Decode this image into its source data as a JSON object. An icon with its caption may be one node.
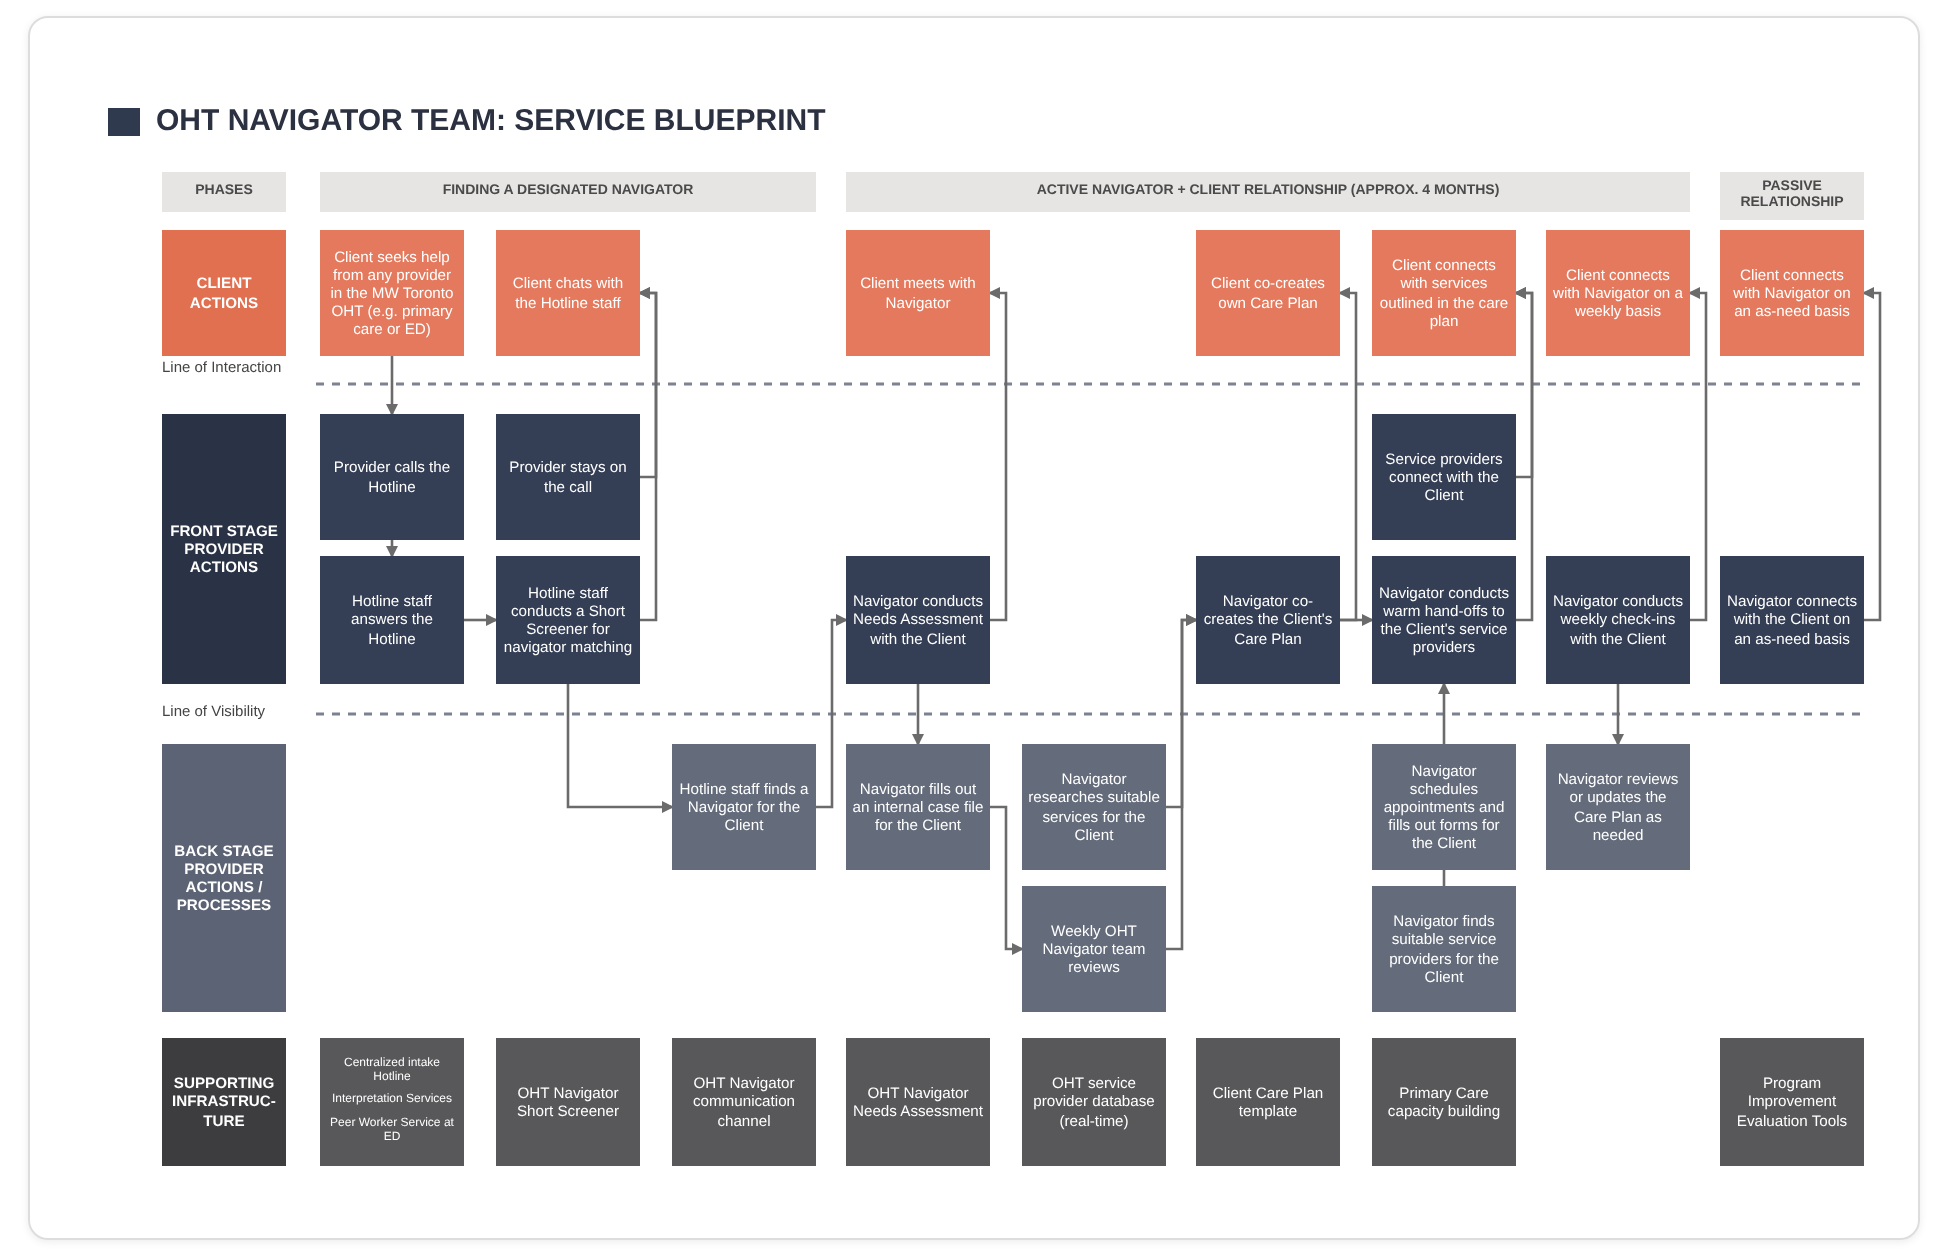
{
  "diagram": {
    "title": "OHT NAVIGATOR TEAM: SERVICE BLUEPRINT",
    "nodes": [
      {
        "text": [
          "PHASES"
        ]
      },
      {
        "text": [
          "FINDING A DESIGNATED NAVIGATOR"
        ]
      },
      {
        "text": [
          "ACTIVE NAVIGATOR + CLIENT RELATIONSHIP (APPROX. 4 MONTHS)"
        ]
      },
      {
        "text": [
          "PASSIVE RELATIONSHIP"
        ]
      },
      {
        "text": [
          "CLIENT ACTIONS"
        ]
      },
      {
        "text": [
          "FRONT STAGE PROVIDER ACTIONS"
        ]
      },
      {
        "text": [
          "BACK STAGE PROVIDER ACTIONS / PROCESSES"
        ]
      },
      {
        "text": [
          "SUPPORTING INFRASTRUC-TURE"
        ]
      },
      {
        "text": [
          "Client seeks help from any provider in the MW Toronto OHT (e.g. primary care or ED)"
        ]
      },
      {
        "text": [
          "Client chats with the Hotline staff"
        ]
      },
      {
        "text": [
          "Client meets with Navigator"
        ]
      },
      {
        "text": [
          "Client co-creates own Care Plan"
        ]
      },
      {
        "text": [
          "Client connects with services outlined in the care plan"
        ]
      },
      {
        "text": [
          "Client connects with Navigator on a weekly basis"
        ]
      },
      {
        "text": [
          "Client connects with Navigator on an as-need basis"
        ]
      },
      {
        "text": [
          "Provider calls the Hotline"
        ]
      },
      {
        "text": [
          "Provider stays on the call"
        ]
      },
      {
        "text": [
          "Service providers connect with the Client"
        ]
      },
      {
        "text": [
          "Hotline staff answers the Hotline"
        ]
      },
      {
        "text": [
          "Hotline staff conducts a Short Screener for navigator matching"
        ]
      },
      {
        "text": [
          "Navigator conducts Needs Assessment with the Client"
        ]
      },
      {
        "text": [
          "Navigator co-creates the Client's Care Plan"
        ]
      },
      {
        "text": [
          "Navigator conducts warm hand-offs to the Client's service providers"
        ]
      },
      {
        "text": [
          "Navigator conducts weekly check-ins with the Client"
        ]
      },
      {
        "text": [
          "Navigator connects with the Client on an as-need basis"
        ]
      },
      {
        "text": [
          "Hotline staff finds a Navigator for the Client"
        ]
      },
      {
        "text": [
          "Navigator fills out an internal case file for the Client"
        ]
      },
      {
        "text": [
          "Navigator researches suitable services for the Client"
        ]
      },
      {
        "text": [
          "Navigator schedules appointments and fills out forms for the Client"
        ]
      },
      {
        "text": [
          "Navigator reviews or updates the Care Plan as needed"
        ]
      },
      {
        "text": [
          "Weekly OHT Navigator team reviews"
        ]
      },
      {
        "text": [
          "Navigator finds suitable service providers for the Client"
        ]
      },
      {
        "text": [
          "Centralized intake Hotline",
          "Interpretation Services",
          "Peer Worker Service at ED"
        ]
      },
      {
        "text": [
          "OHT Navigator Short Screener"
        ]
      },
      {
        "text": [
          "OHT Navigator communication channel"
        ]
      },
      {
        "text": [
          "OHT Navigator Needs Assessment"
        ]
      },
      {
        "text": [
          "OHT service provider database (real-time)"
        ]
      },
      {
        "text": [
          "Client Care Plan template"
        ]
      },
      {
        "text": [
          "Primary Care capacity building"
        ]
      },
      {
        "text": [
          "Program Improvement Evaluation Tools"
        ]
      }
    ],
    "edges": [
      {
        "from": 8,
        "to": 15,
        "arrow": "to"
      },
      {
        "from": 15,
        "to": 18,
        "arrow": "to"
      },
      {
        "from": 18,
        "to": 19,
        "arrow": "to"
      },
      {
        "from": 19,
        "to": 9,
        "arrow": "to"
      },
      {
        "from": 16,
        "to": 9,
        "arrow": "to"
      },
      {
        "from": 19,
        "to": 25,
        "arrow": "to"
      },
      {
        "from": 25,
        "to": 20,
        "arrow": "to"
      },
      {
        "from": 20,
        "to": 10,
        "arrow": "to"
      },
      {
        "from": 20,
        "to": 26,
        "arrow": "to"
      },
      {
        "from": 26,
        "to": 30,
        "arrow": "to"
      },
      {
        "from": 27,
        "to": 21,
        "arrow": "to"
      },
      {
        "from": 30,
        "to": 21,
        "arrow": "to"
      },
      {
        "from": 21,
        "to": 11,
        "arrow": "to"
      },
      {
        "from": 21,
        "to": 22,
        "arrow": "to"
      },
      {
        "from": 22,
        "to": 12,
        "arrow": "to"
      },
      {
        "from": 17,
        "to": 12,
        "arrow": "to"
      },
      {
        "from": 28,
        "to": 22,
        "arrow": "to"
      },
      {
        "from": 31,
        "to": 28,
        "arrow": "none"
      },
      {
        "from": 23,
        "to": 13,
        "arrow": "to"
      },
      {
        "from": 23,
        "to": 29,
        "arrow": "to"
      },
      {
        "from": 24,
        "to": 14,
        "arrow": "to"
      }
    ],
    "labels": [
      "Line of Interaction",
      "Line of Visibility"
    ]
  }
}
